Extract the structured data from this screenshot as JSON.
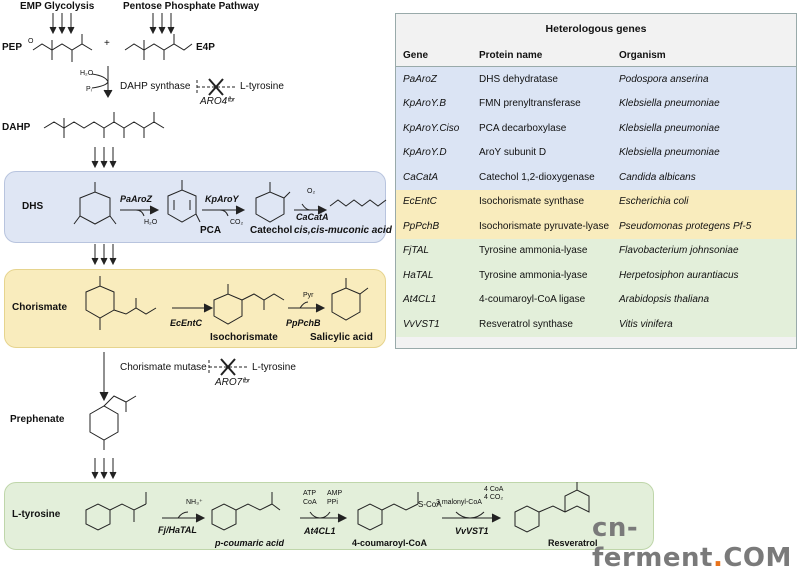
{
  "pathway": {
    "emp": "EMP Glycolysis",
    "ppp": "Pentose Phosphate Pathway",
    "pep": "PEP",
    "plus": "+",
    "e4p": "E4P",
    "h2o": "H₂O",
    "pi": "Pᵢ",
    "dahp_synthase": "DAHP synthase",
    "ltyr1": "L-tyrosine",
    "aro4": "ARO4ᶠᵇʳ",
    "dahp": "DAHP",
    "dhs": "DHS",
    "paaroz": "PaAroZ",
    "h2o_b": "H₂O",
    "pca": "PCA",
    "kpAroY": "KpAroY",
    "co2": "CO₂",
    "catechol": "Catechol",
    "o2": "O₂",
    "cacata": "CaCatA",
    "muconic": "cis,cis-muconic acid",
    "chorismate": "Chorismate",
    "ecentc": "EcEntC",
    "isochorismate": "Isochorismate",
    "pyr": "Pyr",
    "pppchb": "PpPchB",
    "salicylic": "Salicylic acid",
    "chor_mutase": "Chorismate mutase",
    "ltyr2": "L-tyrosine",
    "aro7": "ARO7ᶠᵇʳ",
    "prephenate": "Prephenate",
    "ltyrosine": "L-tyrosine",
    "nh3": "NH₃⁺",
    "fjtal": "Fj/HaTAL",
    "pcoum": "p-coumaric acid",
    "atp": "ATP",
    "coa": "CoA",
    "amp": "AMP",
    "ppi": "PPi",
    "at4cl1": "At4CL1",
    "coumcoa": "4-coumaroyl-CoA",
    "scoa": "S-CoA",
    "malonyl": "3 malonyl-CoA",
    "fourcoa": "4 CoA",
    "fourco2": "4 CO₂",
    "vvvst1": "VvVST1",
    "resveratrol": "Resveratrol"
  },
  "table": {
    "title": "Heterologous genes",
    "headers": [
      "Gene",
      "Protein name",
      "Organism"
    ],
    "rows": [
      {
        "gene": "PaAroZ",
        "protein": "DHS dehydratase",
        "organism": "Podospora anserina",
        "group": "blue"
      },
      {
        "gene": "KpAroY.B",
        "protein": "FMN prenyltransferase",
        "organism": "Klebsiella pneumoniae",
        "group": "blue"
      },
      {
        "gene": "KpAroY.Ciso",
        "protein": "PCA decarboxylase",
        "organism": "Klebsiella pneumoniae",
        "group": "blue"
      },
      {
        "gene": "KpAroY.D",
        "protein": "AroY subunit D",
        "organism": "Klebsiella pneumoniae",
        "group": "blue"
      },
      {
        "gene": "CaCatA",
        "protein": "Catechol 1,2-dioxygenase",
        "organism": "Candida albicans",
        "group": "blue"
      },
      {
        "gene": "EcEntC",
        "protein": "Isochorismate synthase",
        "organism": "Escherichia coli",
        "group": "yellow"
      },
      {
        "gene": "PpPchB",
        "protein": "Isochorismate pyruvate-lyase",
        "organism": "Pseudomonas protegens Pf-5",
        "group": "yellow"
      },
      {
        "gene": "FjTAL",
        "protein": "Tyrosine ammonia-lyase",
        "organism": "Flavobacterium johnsoniae",
        "group": "green"
      },
      {
        "gene": "HaTAL",
        "protein": "Tyrosine ammonia-lyase",
        "organism": "Herpetosiphon aurantiacus",
        "group": "green"
      },
      {
        "gene": "At4CL1",
        "protein": "4-coumaroyl-CoA ligase",
        "organism": "Arabidopsis thaliana",
        "group": "green"
      },
      {
        "gene": "VvVST1",
        "protein": "Resveratrol synthase",
        "organism": "Vitis vinifera",
        "group": "green"
      }
    ]
  },
  "watermark": {
    "part1": "cn-ferment",
    "dot": ".",
    "part2": "COM",
    "color1": "#7a7a7a",
    "color2": "#e8731c"
  }
}
